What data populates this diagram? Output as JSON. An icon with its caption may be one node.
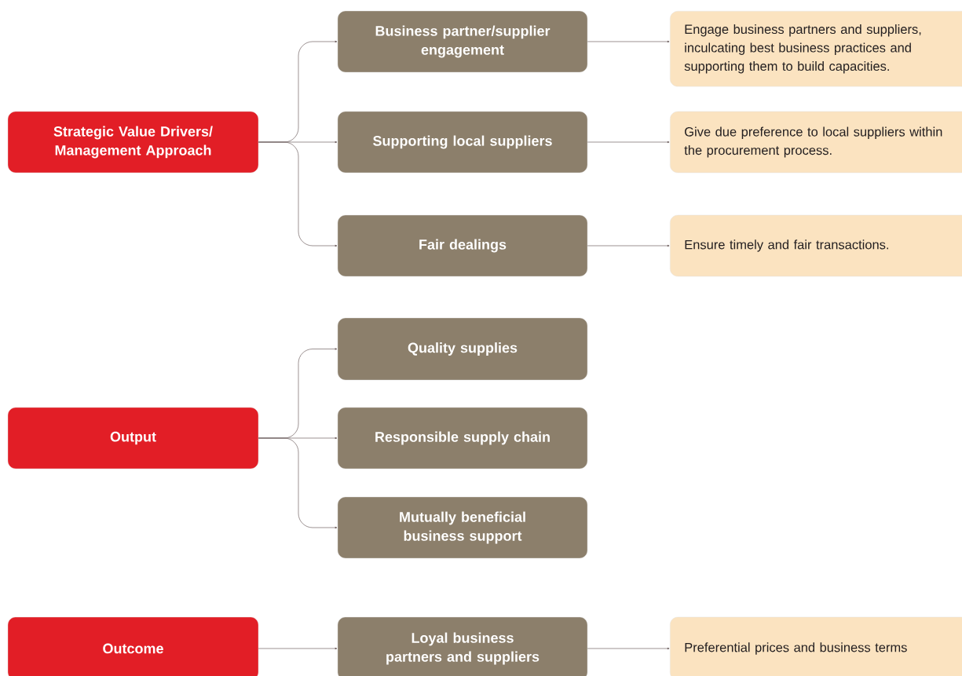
{
  "diagram": {
    "nodes": [
      {
        "text": [
          "Strategic Value Drivers/ Management Approach"
        ]
      },
      {
        "text": [
          "Business partner/supplier engagement"
        ]
      },
      {
        "text": [
          "Supporting local suppliers"
        ]
      },
      {
        "text": [
          "Fair dealings"
        ]
      },
      {
        "text": [
          "Engage business partners and suppliers, inculcating best business practices and supporting them to build capacities."
        ]
      },
      {
        "text": [
          "Give due preference to local suppliers within the procurement process."
        ]
      },
      {
        "text": [
          "Ensure timely and fair transactions."
        ]
      },
      {
        "text": [
          "Output"
        ]
      },
      {
        "text": [
          "Quality supplies"
        ]
      },
      {
        "text": [
          "Responsible supply chain"
        ]
      },
      {
        "text": [
          "Mutually beneficial business support"
        ]
      },
      {
        "text": [
          "Outcome"
        ]
      },
      {
        "text": [
          "Loyal business partners and suppliers"
        ]
      },
      {
        "text": [
          "Preferential prices and business terms"
        ]
      }
    ],
    "edges": [
      {
        "from": 0,
        "to": 1,
        "arrow": "to"
      },
      {
        "from": 0,
        "to": 2,
        "arrow": "to"
      },
      {
        "from": 0,
        "to": 3,
        "arrow": "to"
      },
      {
        "from": 1,
        "to": 4,
        "arrow": "to"
      },
      {
        "from": 2,
        "to": 5,
        "arrow": "to"
      },
      {
        "from": 3,
        "to": 6,
        "arrow": "to"
      },
      {
        "from": 7,
        "to": 8,
        "arrow": "to"
      },
      {
        "from": 7,
        "to": 9,
        "arrow": "to"
      },
      {
        "from": 7,
        "to": 10,
        "arrow": "to"
      },
      {
        "from": 11,
        "to": 12,
        "arrow": "to"
      },
      {
        "from": 12,
        "to": 13,
        "arrow": "to"
      }
    ]
  }
}
